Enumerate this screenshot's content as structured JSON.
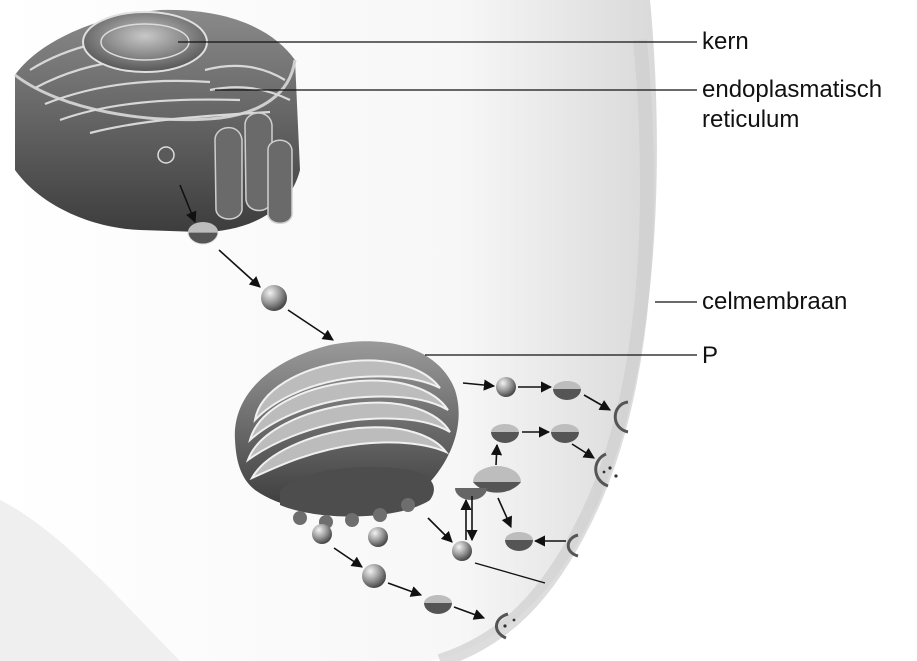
{
  "labels": {
    "kern": "kern",
    "er_line1": "endoplasmatisch",
    "er_line2": "reticulum",
    "celmembraan": "celmembraan",
    "p": "P"
  },
  "colors": {
    "ink": "#111111",
    "organelle_dark": "#4a4a4a",
    "organelle_mid": "#7a7a7a",
    "organelle_light": "#bdbdbd",
    "cell_shade": "#e6e6e6"
  }
}
